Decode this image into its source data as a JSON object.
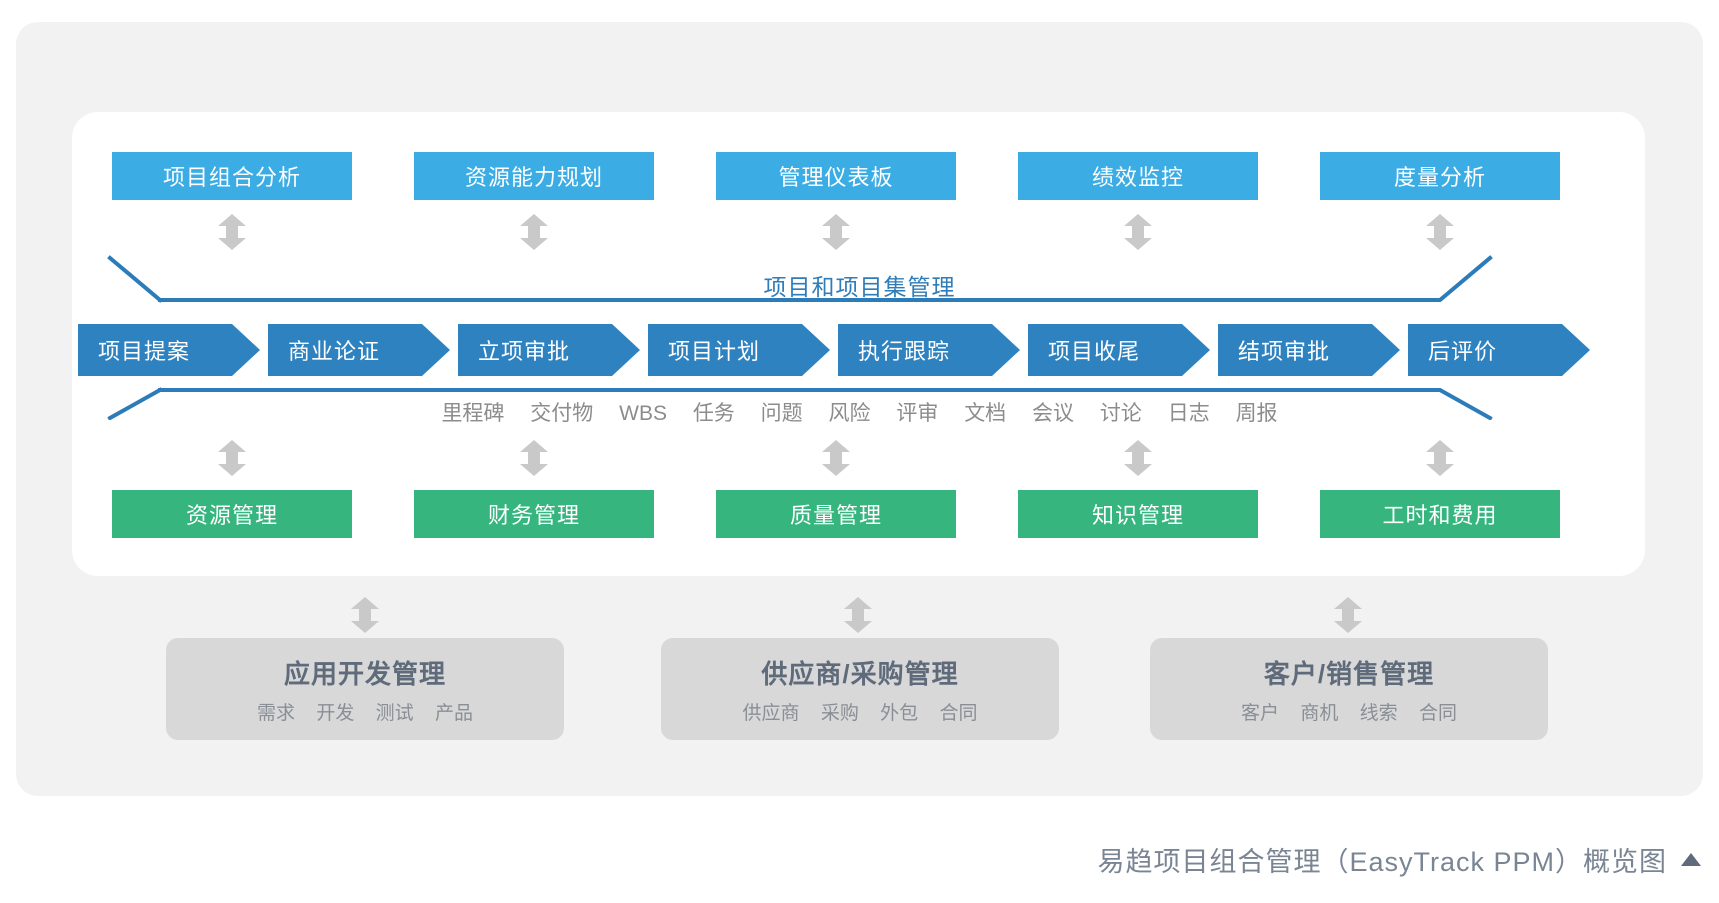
{
  "diagram": {
    "title_center": "项目和项目集管理",
    "colors": {
      "blue_top": "#3cade4",
      "green_bottom": "#36b57f",
      "chevron_blue": "#2f82c0",
      "bracket_blue": "#2e7cb8",
      "grey_card": "#d8d8d8",
      "panel_grey": "#f2f2f2",
      "arrow_grey": "#c9c9c9"
    },
    "top_row": [
      {
        "label": "项目组合分析"
      },
      {
        "label": "资源能力规划"
      },
      {
        "label": "管理仪表板"
      },
      {
        "label": "绩效监控"
      },
      {
        "label": "度量分析"
      }
    ],
    "process_stages": [
      {
        "label": "项目提案"
      },
      {
        "label": "商业论证"
      },
      {
        "label": "立项审批"
      },
      {
        "label": "项目计划"
      },
      {
        "label": "执行跟踪"
      },
      {
        "label": "项目收尾"
      },
      {
        "label": "结项审批"
      },
      {
        "label": "后评价"
      }
    ],
    "sub_features": [
      "里程碑",
      "交付物",
      "WBS",
      "任务",
      "问题",
      "风险",
      "评审",
      "文档",
      "会议",
      "讨论",
      "日志",
      "周报"
    ],
    "bottom_row": [
      {
        "label": "资源管理"
      },
      {
        "label": "财务管理"
      },
      {
        "label": "质量管理"
      },
      {
        "label": "知识管理"
      },
      {
        "label": "工时和费用"
      }
    ],
    "external_modules": [
      {
        "title": "应用开发管理",
        "items": [
          "需求",
          "开发",
          "测试",
          "产品"
        ]
      },
      {
        "title": "供应商/采购管理",
        "items": [
          "供应商",
          "采购",
          "外包",
          "合同"
        ]
      },
      {
        "title": "客户/销售管理",
        "items": [
          "客户",
          "商机",
          "线索",
          "合同"
        ]
      }
    ]
  },
  "footer": {
    "caption": "易趋项目组合管理（EasyTrack PPM）概览图",
    "collapse_icon": "triangle-up-icon"
  }
}
